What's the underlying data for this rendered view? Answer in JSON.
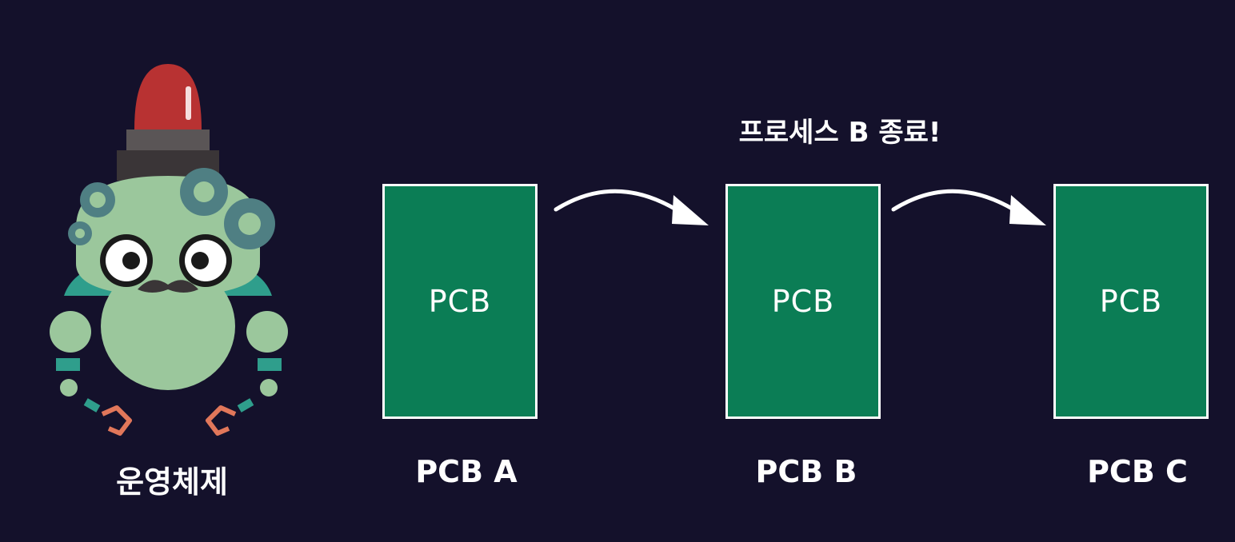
{
  "os": {
    "label": "운영체제",
    "colors": {
      "siren": "#b83232",
      "body": "#9bc79c",
      "gear": "#4f7f83",
      "joint": "#2f9e8c",
      "claw": "#e1775a"
    }
  },
  "event": {
    "label": "프로세스 B 종료!"
  },
  "nodes": [
    {
      "inner": "PCB",
      "caption": "PCB A"
    },
    {
      "inner": "PCB",
      "caption": "PCB B"
    },
    {
      "inner": "PCB",
      "caption": "PCB C"
    }
  ],
  "colors": {
    "background": "#14112b",
    "pcb_fill": "#0b7d55",
    "pcb_border": "#ffffff",
    "text": "#ffffff"
  }
}
